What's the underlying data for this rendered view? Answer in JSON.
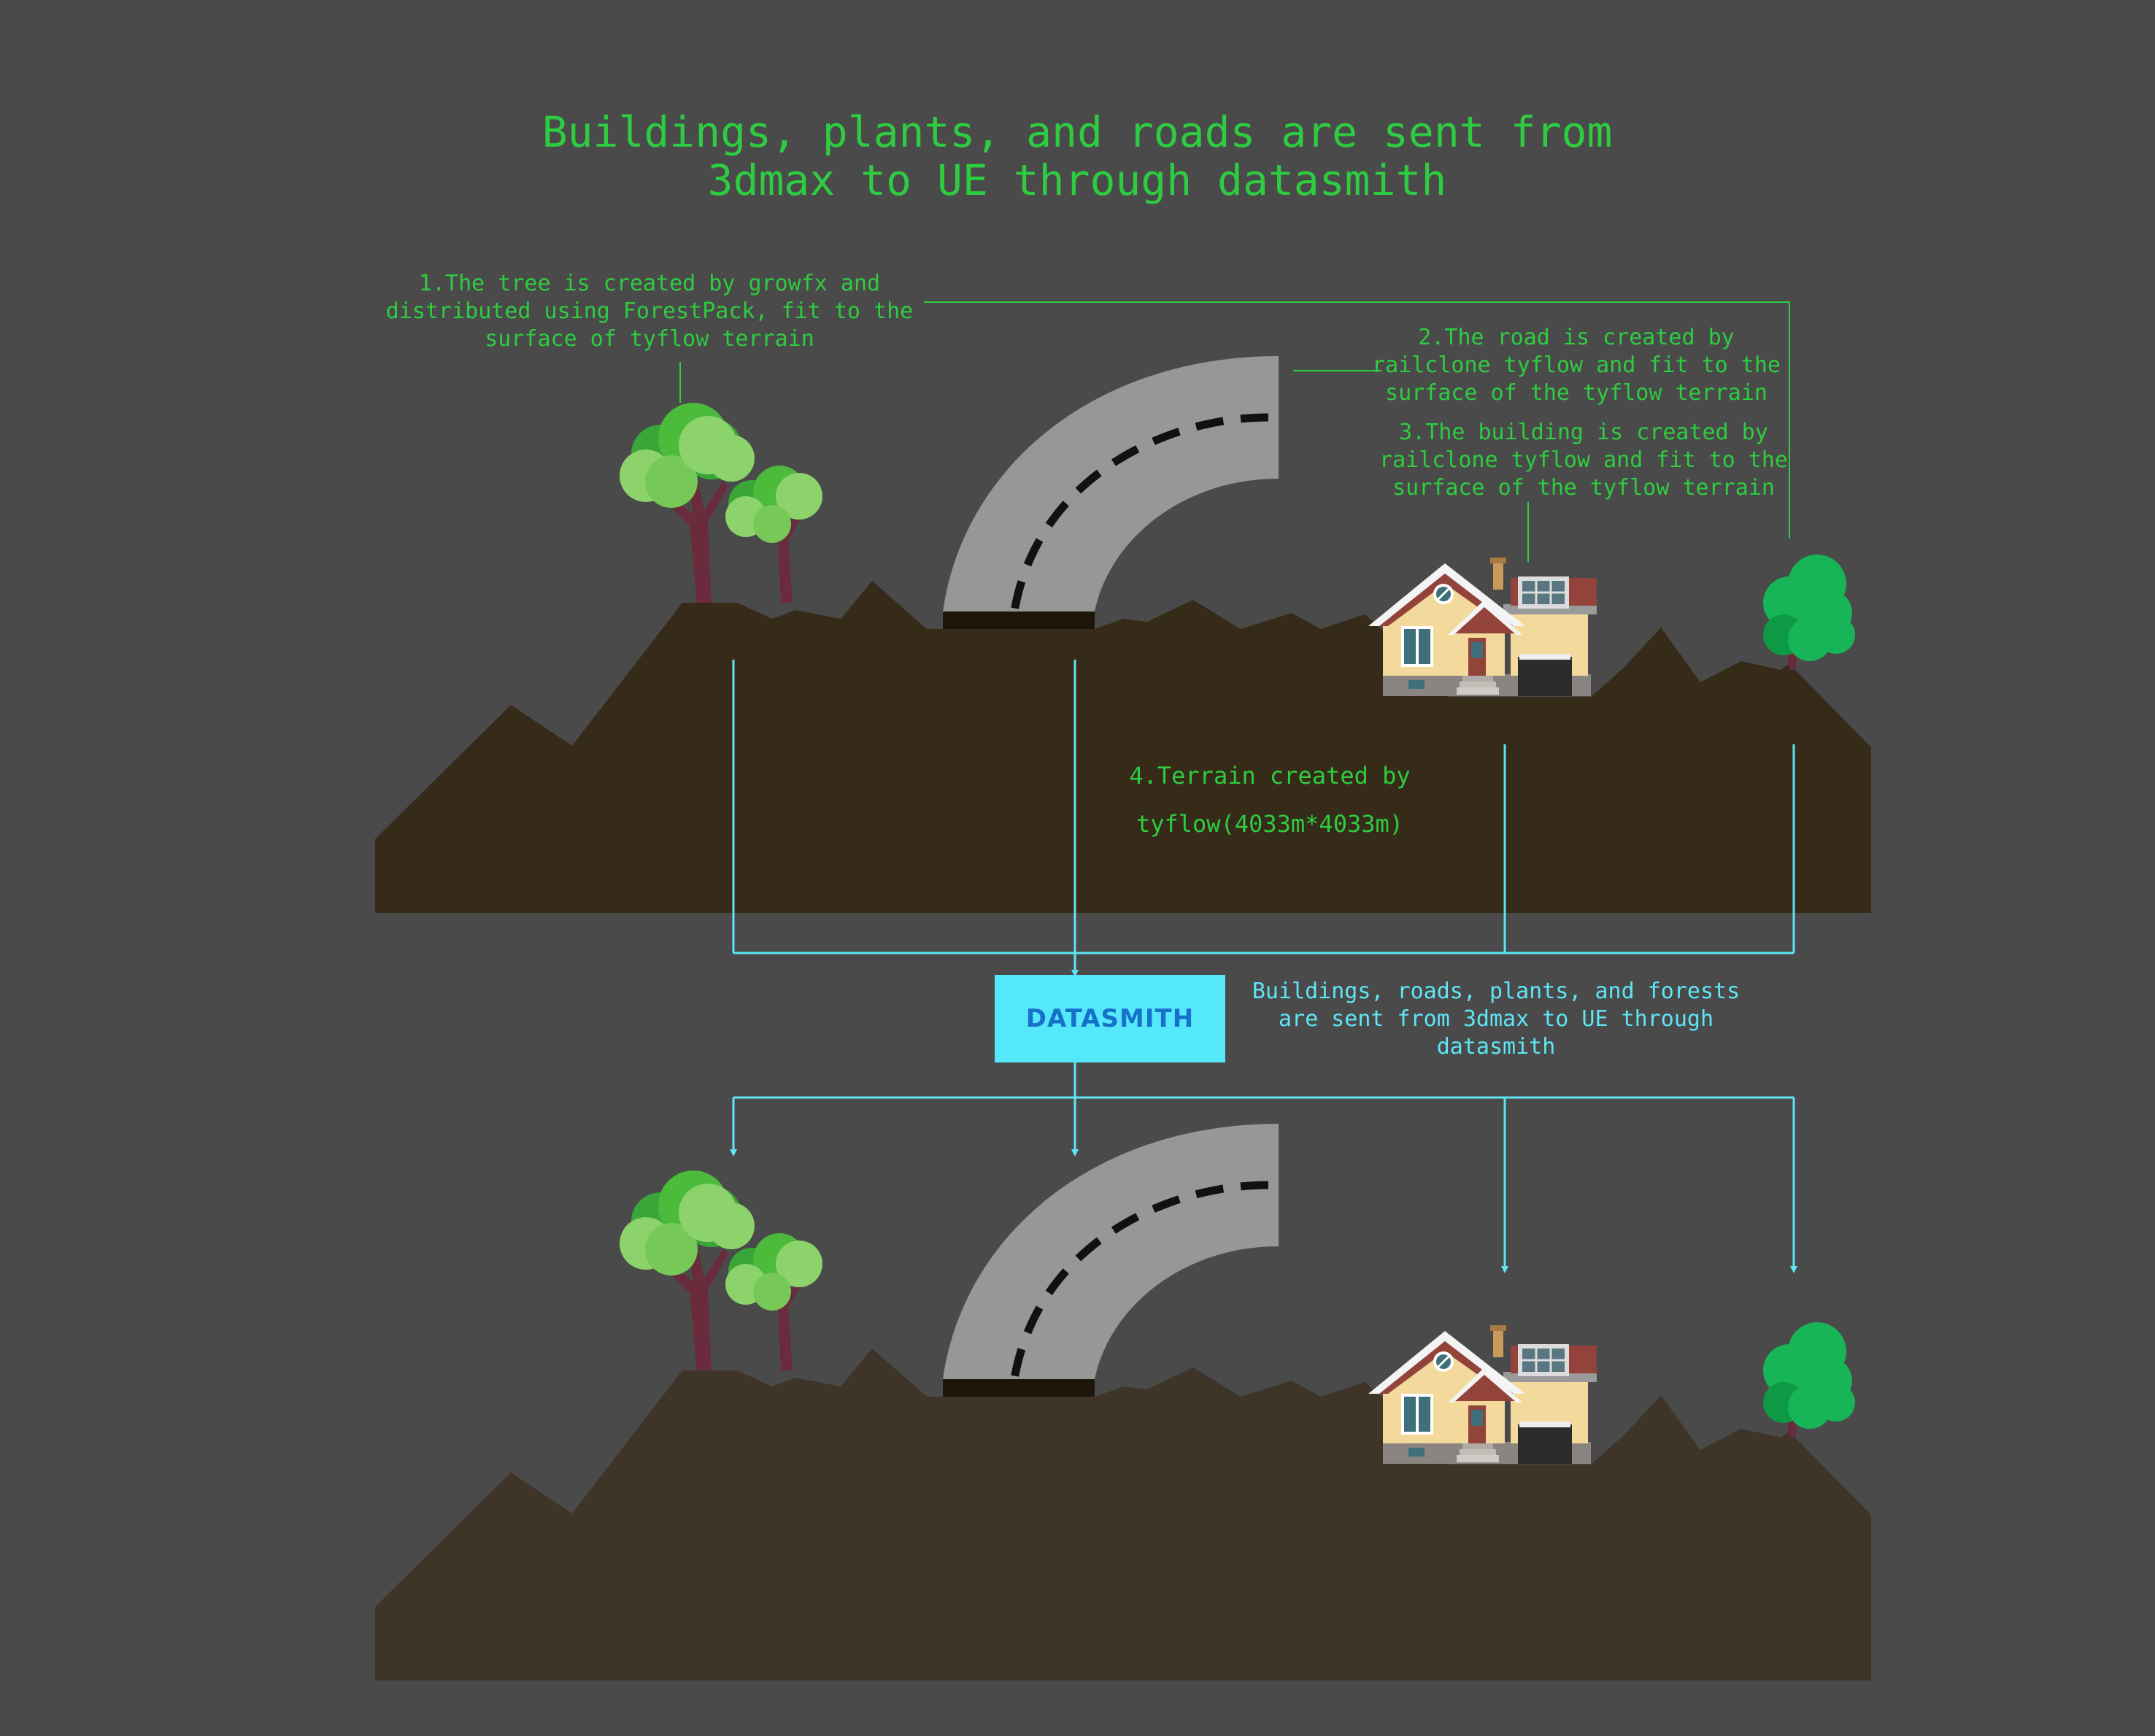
{
  "title": {
    "line1": "Buildings, plants, and roads are sent from",
    "line2": "3dmax to UE through datasmith"
  },
  "notes": {
    "tree": {
      "line1": "1.The tree is created by growfx and",
      "line2": "distributed using ForestPack, fit to the",
      "line3": "surface of tyflow terrain"
    },
    "road": {
      "line1": "2.The road is created by",
      "line2": "railclone tyflow and fit to the",
      "line3": "surface of the tyflow terrain"
    },
    "building": {
      "line1": "3.The building is created by",
      "line2": "railclone tyflow and fit to the",
      "line3": "surface of the tyflow terrain"
    },
    "terrain": {
      "line1": "4.Terrain created by",
      "line2": "tyflow(4033m*4033m)"
    }
  },
  "datasmith": {
    "label": "DATASMITH",
    "line1": "Buildings, roads, plants, and forests",
    "line2": "are sent from 3dmax to UE through",
    "line3": "datasmith"
  },
  "colors": {
    "background": "#4a4a4a",
    "terrain_top": "#362a18",
    "terrain_bottom": "#3e3428",
    "road": "#979797",
    "text_green": "#2ecc40",
    "connector_cyan": "#5ee6f5",
    "datasmith_box": "#55e8fb",
    "datasmith_text": "#1672c8"
  }
}
